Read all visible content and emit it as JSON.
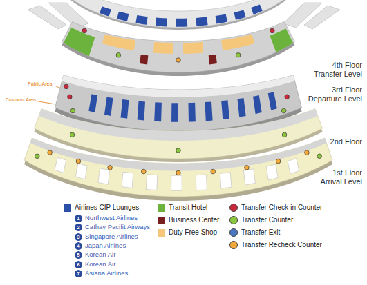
{
  "diagram": {
    "labels": [
      "4th Floor Transfer Level",
      "3rd Floor Departure Level",
      "Public Area",
      "Customs Area",
      "2nd Floor",
      "1st Floor Arrival Level",
      "1",
      "Northwest Airlines",
      "2",
      "Cathay Pacifit Airways",
      "3",
      "Singapore Airlines",
      "4",
      "Japan Airlines",
      "5",
      "Korean Air",
      "6",
      "Korean Air",
      "7",
      "Asiana Airlines"
    ],
    "legend": [
      {
        "text": "Airlines CIP Lounges",
        "color": "#2b4fa6"
      },
      {
        "text": "Transit Hotel",
        "color": "#6cb33e"
      },
      {
        "text": "Business Center",
        "color": "#7a1f1f"
      },
      {
        "text": "Duty Free Shop",
        "color": "#f5c77a"
      },
      {
        "text": "Transfer Check-in Counter",
        "color": "#c8283c"
      },
      {
        "text": "Transfer Counter",
        "color": "#8cc63f"
      },
      {
        "text": "Transfer Exit",
        "color": "#4a78c0"
      },
      {
        "text": "Transfer Recheck Counter",
        "color": "#f3a83b"
      }
    ]
  }
}
